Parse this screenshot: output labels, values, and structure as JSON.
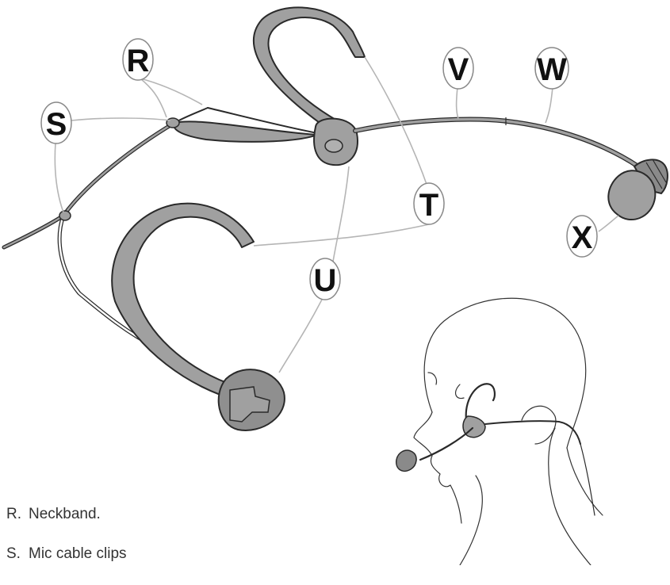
{
  "callouts": [
    {
      "id": "R",
      "letter": "R"
    },
    {
      "id": "S",
      "letter": "S"
    },
    {
      "id": "T",
      "letter": "T"
    },
    {
      "id": "U",
      "letter": "U"
    },
    {
      "id": "V",
      "letter": "V"
    },
    {
      "id": "W",
      "letter": "W"
    },
    {
      "id": "X",
      "letter": "X"
    }
  ],
  "legend": [
    {
      "letter": "R.",
      "text": "Neckband."
    },
    {
      "letter": "S.",
      "text": "Mic cable clips"
    }
  ],
  "colors": {
    "band_fill": "#a0a0a0",
    "band_stroke": "#2a2a2a",
    "leader_line": "#b5b5b5",
    "line_art": "#333333"
  }
}
